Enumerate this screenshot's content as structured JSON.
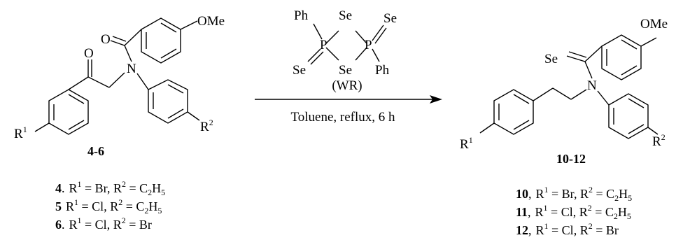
{
  "reactant": {
    "label": "4-6",
    "substituents": {
      "r1": "R",
      "r1_sup": "1",
      "r2": "R",
      "r2_sup": "2",
      "oxy": "OMe",
      "o_ketone": "O",
      "o_amide": "O",
      "n": "N"
    },
    "entries": [
      {
        "id": "4",
        "sep": ".",
        "r1": "Br",
        "r2": "C",
        "r2_sub1": "2",
        "r2_mid": "H",
        "r2_sub2": "5"
      },
      {
        "id": "5",
        "sep": "",
        "r1": "Cl",
        "r2": "C",
        "r2_sub1": "2",
        "r2_mid": "H",
        "r2_sub2": "5"
      },
      {
        "id": "6",
        "sep": ".",
        "r1": "Cl",
        "r2": "Br",
        "r2_sub1": "",
        "r2_mid": "",
        "r2_sub2": ""
      }
    ]
  },
  "reagent": {
    "name": "(WR)",
    "atoms": {
      "ph_left": "Ph",
      "ph_right": "Ph",
      "se_top": "Se",
      "se_bottom": "Se",
      "se_left_exo": "Se",
      "se_right_exo": "Se",
      "p_left": "P",
      "p_right": "P"
    },
    "conditions": "Toluene, reflux, 6 h"
  },
  "product": {
    "label": "10-12",
    "substituents": {
      "r1": "R",
      "r1_sup": "1",
      "r2": "R",
      "r2_sup": "2",
      "oxy": "OMe",
      "se": "Se",
      "n": "N"
    },
    "entries": [
      {
        "id": "10",
        "sep": ",",
        "r1": "Br",
        "r2": "C",
        "r2_sub1": "2",
        "r2_mid": "H",
        "r2_sub2": "5"
      },
      {
        "id": "11",
        "sep": ",",
        "r1": "Cl",
        "r2": "C",
        "r2_sub1": "2",
        "r2_mid": "H",
        "r2_sub2": "5"
      },
      {
        "id": "12",
        "sep": ",",
        "r1": "Cl",
        "r2": "Br",
        "r2_sub1": "",
        "r2_mid": "",
        "r2_sub2": ""
      }
    ]
  },
  "entry_text": {
    "r": "R",
    "sup1": "1",
    "sup2": "2",
    "eq": " = ",
    "comma": ", "
  }
}
